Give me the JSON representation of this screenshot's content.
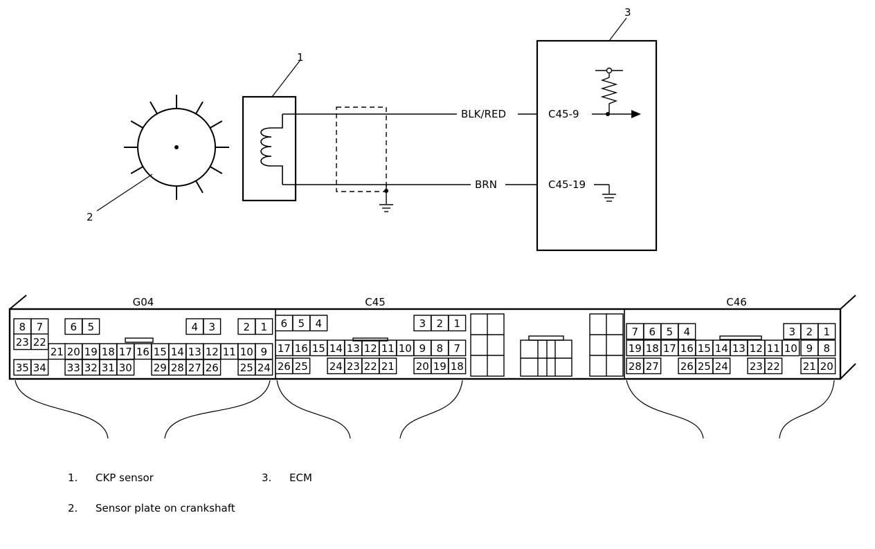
{
  "callouts": {
    "sensor": "1",
    "plate": "2",
    "ecm": "3"
  },
  "wires": {
    "signal": {
      "color": "BLK/RED",
      "terminal": "C45-9"
    },
    "ground": {
      "color": "BRN",
      "terminal": "C45-19"
    }
  },
  "connectors": {
    "g04": {
      "name": "G04",
      "pins": [
        "8",
        "7",
        "23",
        "22",
        "35",
        "34",
        "21",
        "6",
        "5",
        "20",
        "19",
        "18",
        "17",
        "16",
        "15",
        "14",
        "13",
        "12",
        "11",
        "10",
        "9",
        "33",
        "32",
        "31",
        "30",
        "29",
        "28",
        "27",
        "26",
        "25",
        "24",
        "4",
        "3",
        "2",
        "1"
      ]
    },
    "c45": {
      "name": "C45",
      "pins": [
        "6",
        "5",
        "4",
        "17",
        "16",
        "15",
        "14",
        "13",
        "12",
        "11",
        "10",
        "9",
        "8",
        "7",
        "26",
        "25",
        "24",
        "23",
        "22",
        "21",
        "20",
        "19",
        "18",
        "3",
        "2",
        "1"
      ]
    },
    "c46": {
      "name": "C46",
      "pins": [
        "7",
        "6",
        "5",
        "4",
        "19",
        "18",
        "17",
        "16",
        "15",
        "14",
        "13",
        "12",
        "11",
        "10",
        "28",
        "27",
        "26",
        "25",
        "24",
        "23",
        "22",
        "3",
        "9",
        "8",
        "2",
        "1",
        "21",
        "20"
      ]
    }
  },
  "legend": [
    {
      "num": "1.",
      "text": "CKP sensor"
    },
    {
      "num": "2.",
      "text": "Sensor plate on crankshaft"
    },
    {
      "num": "3.",
      "text": "ECM"
    }
  ]
}
